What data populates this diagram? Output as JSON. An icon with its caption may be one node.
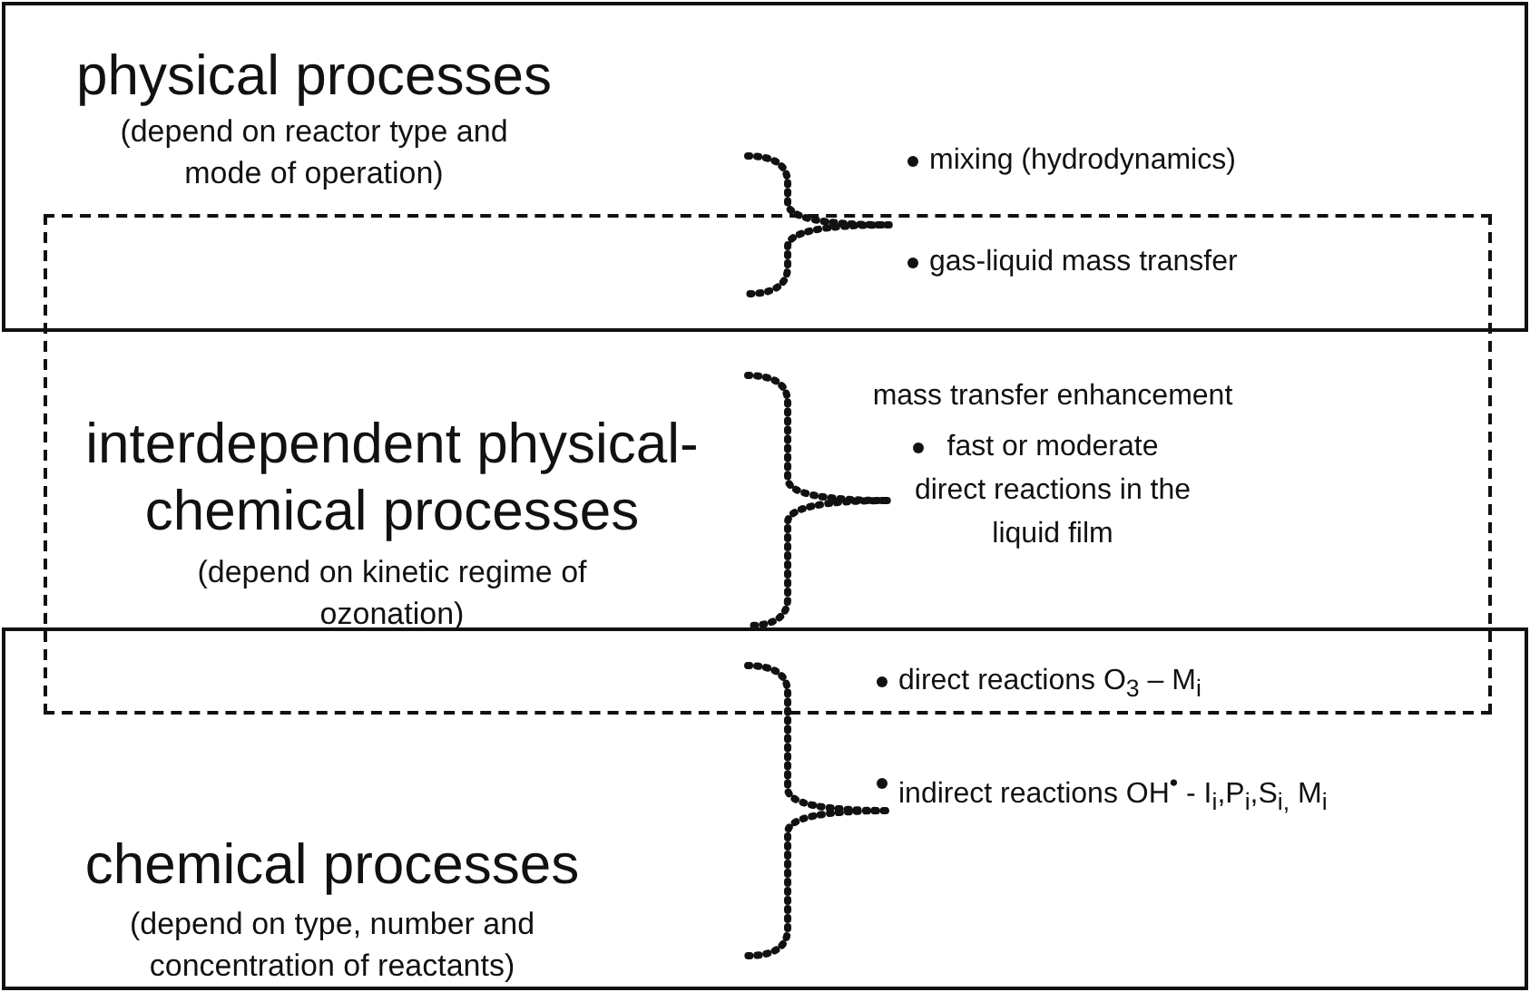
{
  "diagram": {
    "nodes": [
      {
        "text": [
          "physical processes",
          "(depend on reactor type and mode of operation)"
        ]
      },
      {
        "text": [
          "interdependent physical-chemical processes",
          "(depend on kinetic regime of ozonation)"
        ]
      },
      {
        "text": [
          "chemical processes",
          "(depend on type, number and concentration of reactants)"
        ]
      }
    ],
    "labels": [
      "mixing (hydrodynamics)",
      "gas-liquid mass transfer",
      "mass transfer enhancement",
      "fast or moderate direct reactions in the liquid film",
      "direct reactions O$_{3}$ – M$_{i}$",
      "indirect reactions OH$^{•}$ - I$_{i}$,P$_{i}$,S$_{i,}$ M$_{i}$"
    ]
  }
}
